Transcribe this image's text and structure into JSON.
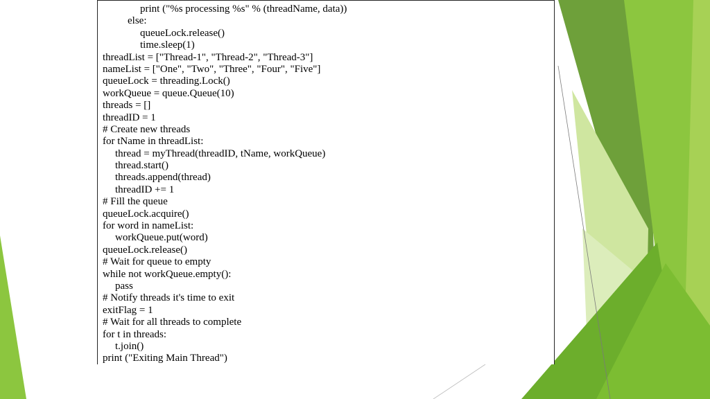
{
  "code_lines": [
    {
      "indent": 3,
      "text": "print (\"%s processing %s\" % (threadName, data))"
    },
    {
      "indent": 2,
      "text": "else:"
    },
    {
      "indent": 3,
      "text": "queueLock.release()"
    },
    {
      "indent": 3,
      "text": "time.sleep(1)"
    },
    {
      "indent": 0,
      "text": "threadList = [\"Thread-1\", \"Thread-2\", \"Thread-3\"]"
    },
    {
      "indent": 0,
      "text": "nameList = [\"One\", \"Two\", \"Three\", \"Four\", \"Five\"]"
    },
    {
      "indent": 0,
      "text": "queueLock = threading.Lock()"
    },
    {
      "indent": 0,
      "text": "workQueue = queue.Queue(10)"
    },
    {
      "indent": 0,
      "text": "threads = []"
    },
    {
      "indent": 0,
      "text": "threadID = 1"
    },
    {
      "indent": 0,
      "text": "# Create new threads"
    },
    {
      "indent": 0,
      "text": "for tName in threadList:"
    },
    {
      "indent": 1,
      "text": "thread = myThread(threadID, tName, workQueue)"
    },
    {
      "indent": 1,
      "text": "thread.start()"
    },
    {
      "indent": 1,
      "text": "threads.append(thread)"
    },
    {
      "indent": 1,
      "text": "threadID += 1"
    },
    {
      "indent": 0,
      "text": "# Fill the queue"
    },
    {
      "indent": 0,
      "text": "queueLock.acquire()"
    },
    {
      "indent": 0,
      "text": "for word in nameList:"
    },
    {
      "indent": 1,
      "text": "workQueue.put(word)"
    },
    {
      "indent": 0,
      "text": "queueLock.release()"
    },
    {
      "indent": 0,
      "text": "# Wait for queue to empty"
    },
    {
      "indent": 0,
      "text": "while not workQueue.empty():"
    },
    {
      "indent": 1,
      "text": "pass"
    },
    {
      "indent": 0,
      "text": "# Notify threads it's time to exit"
    },
    {
      "indent": 0,
      "text": "exitFlag = 1"
    },
    {
      "indent": 0,
      "text": "# Wait for all threads to complete"
    },
    {
      "indent": 0,
      "text": "for t in threads:"
    },
    {
      "indent": 1,
      "text": "t.join()"
    },
    {
      "indent": 0,
      "text": "print (\"Exiting Main Thread\")"
    }
  ],
  "theme_colors": {
    "green_dark": "#5c9a2e",
    "green_mid": "#8cc63f",
    "green_light": "#b5d96b",
    "green_pale": "#d9ebb3"
  }
}
